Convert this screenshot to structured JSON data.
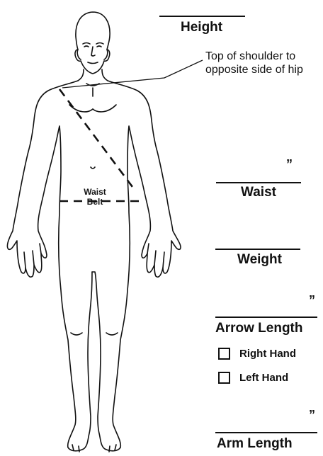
{
  "fields": {
    "height": {
      "label": "Height"
    },
    "waist": {
      "label": "Waist",
      "unit": "”"
    },
    "weight": {
      "label": "Weight"
    },
    "arrow_length": {
      "label": "Arrow Length",
      "unit": "”"
    },
    "arm_length": {
      "label": "Arm Length",
      "unit": "”"
    }
  },
  "hand_options": [
    {
      "label": "Right Hand",
      "checked": false
    },
    {
      "label": "Left Hand",
      "checked": false
    }
  ],
  "annotations": {
    "shoulder_line": "Top of shoulder to opposite side of hip",
    "shoulder_line_lines": [
      "Top of shoulder to",
      "opposite side of hip"
    ],
    "waist_belt_lines": [
      "Waist",
      "Belt"
    ]
  },
  "colors": {
    "ink": "#111111",
    "background": "#ffffff"
  }
}
